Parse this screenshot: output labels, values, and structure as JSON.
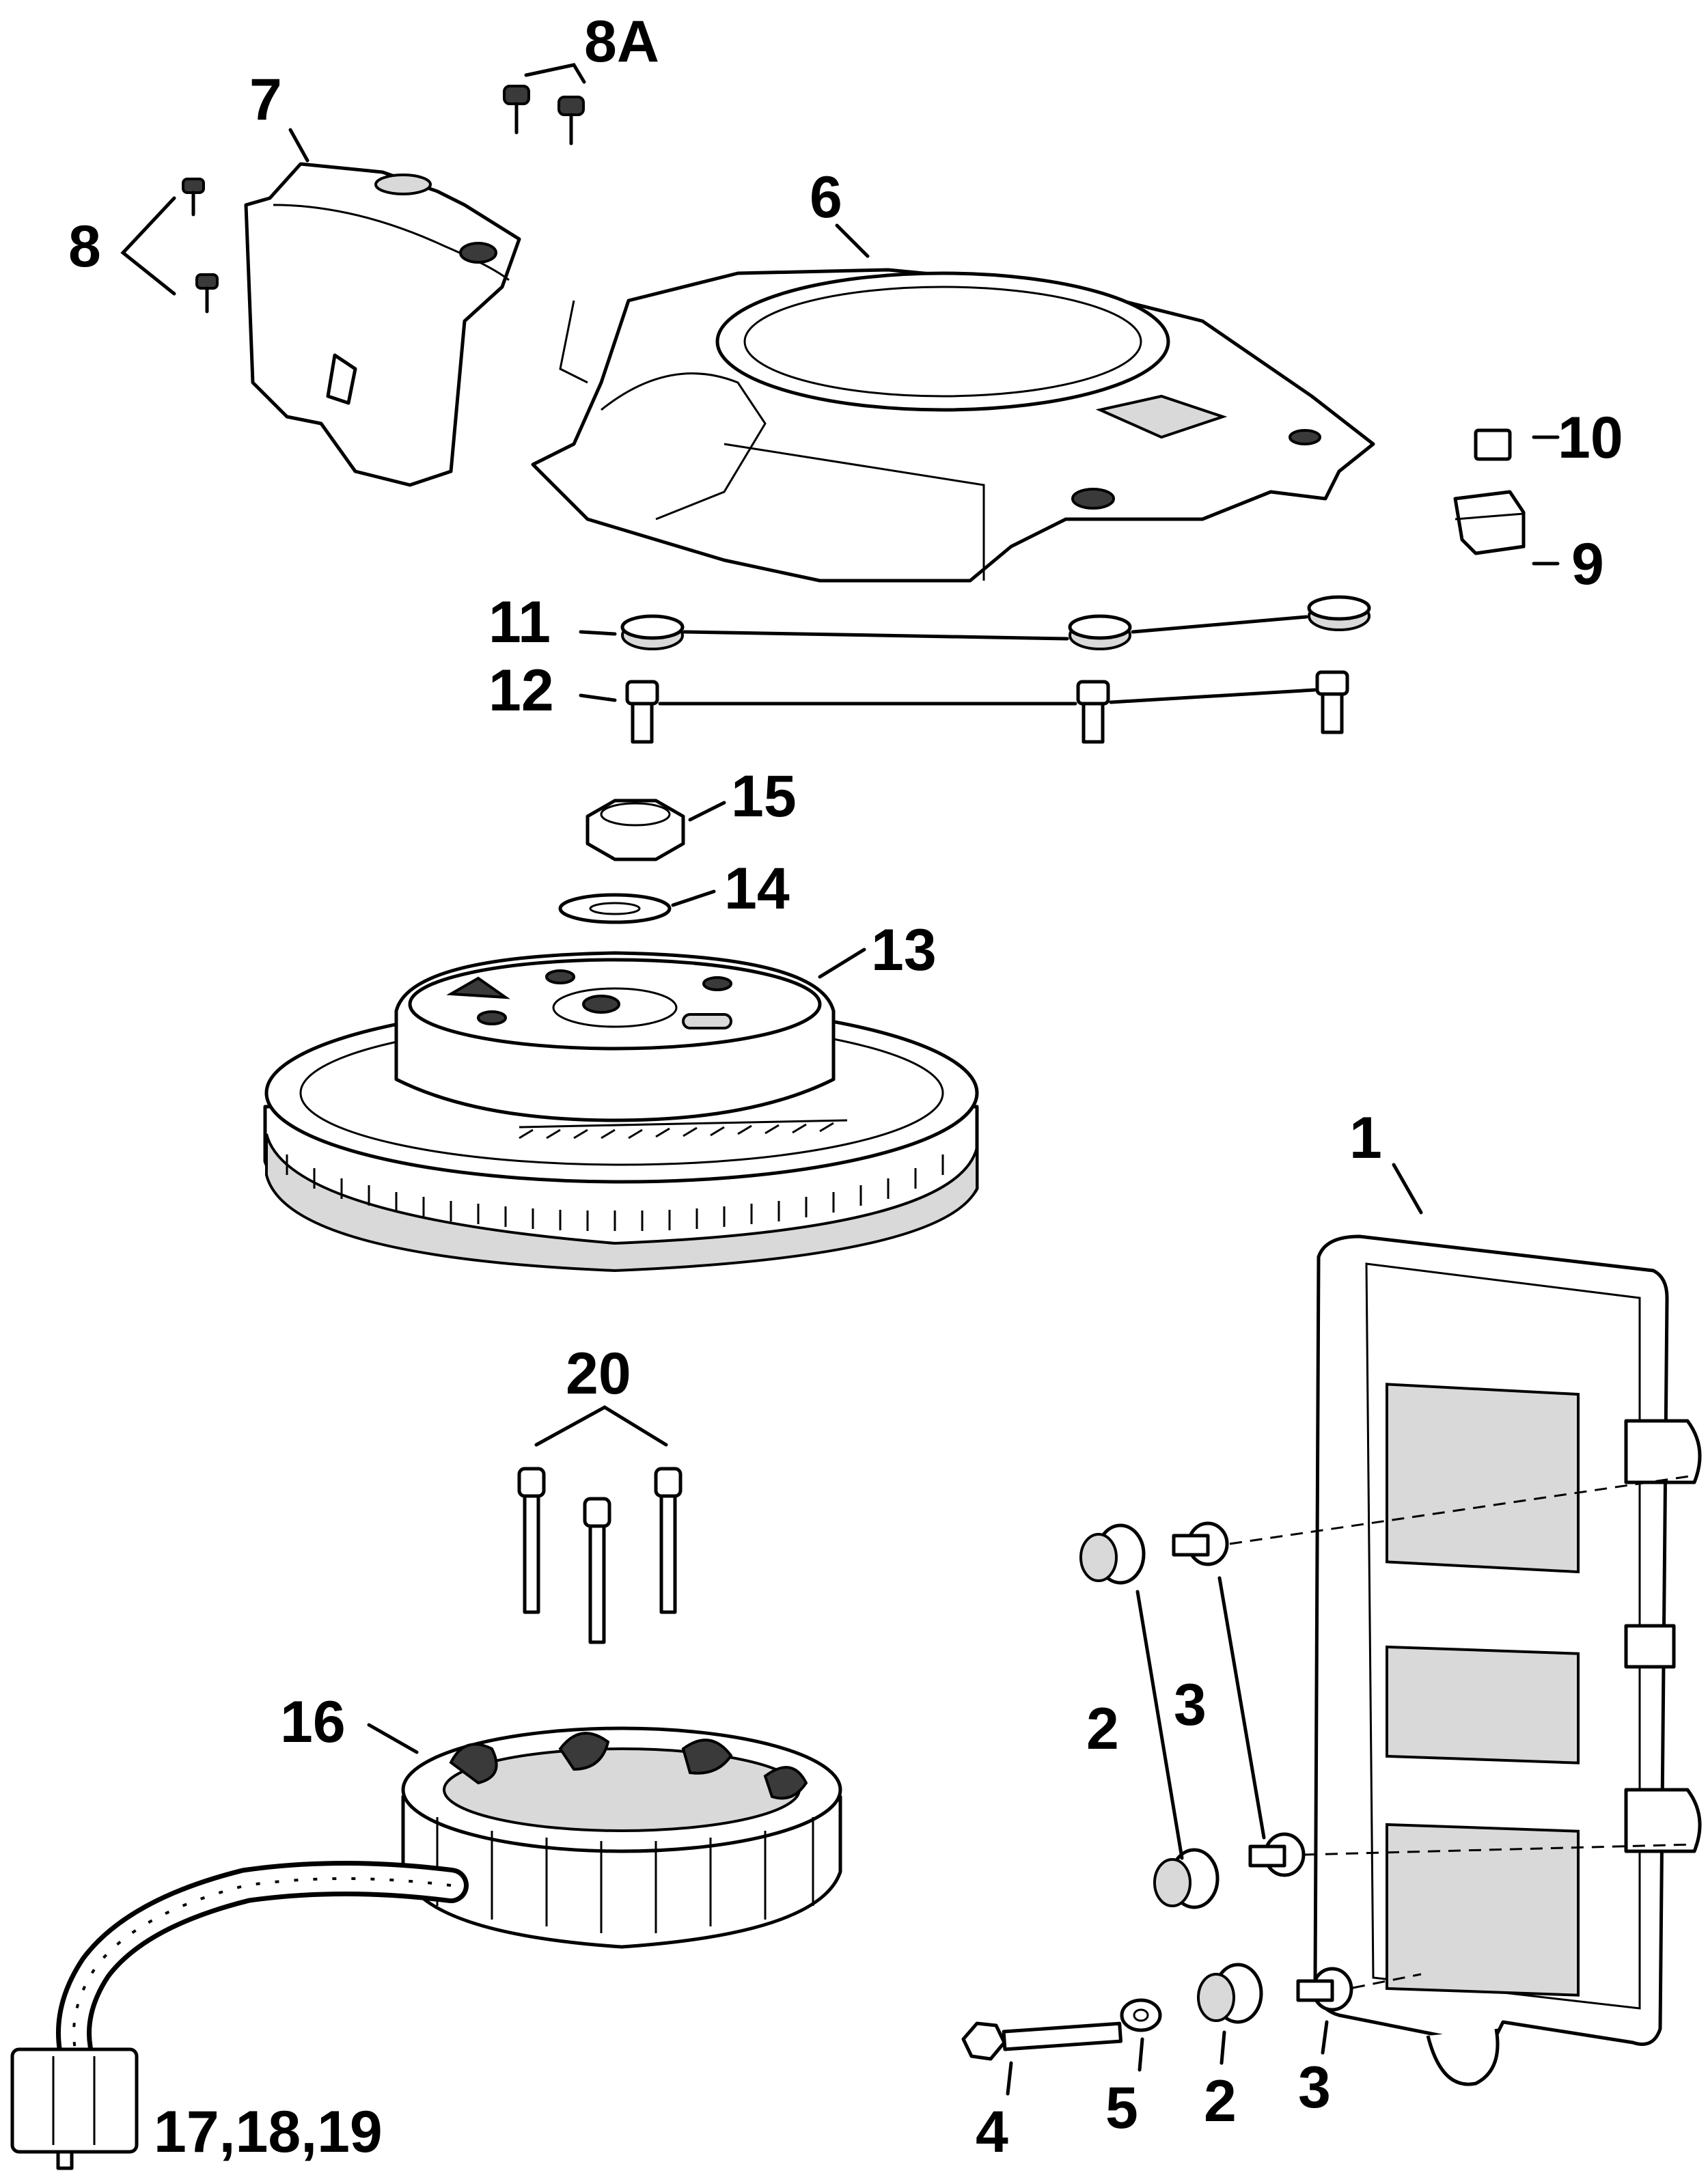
{
  "callouts": {
    "c1": "1",
    "c2a": "2",
    "c2b": "2",
    "c3a": "3",
    "c3b": "3",
    "c4": "4",
    "c5": "5",
    "c6": "6",
    "c7": "7",
    "c8": "8",
    "c8a": "8A",
    "c9": "9",
    "c10": "10",
    "c11": "11",
    "c12": "12",
    "c13": "13",
    "c14": "14",
    "c15": "15",
    "c16": "16",
    "c17": "17,18,19",
    "c20": "20"
  }
}
